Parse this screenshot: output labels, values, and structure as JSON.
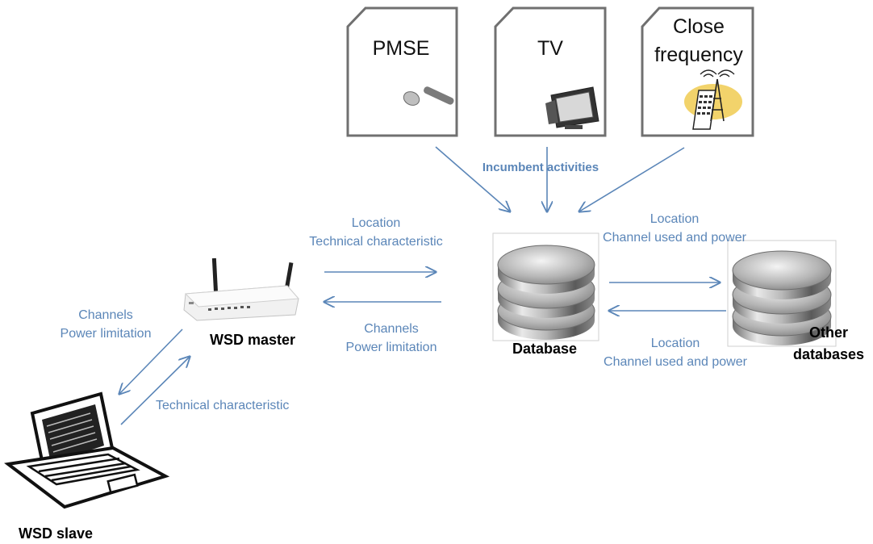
{
  "sources": {
    "pmse": "PMSE",
    "tv": "TV",
    "close_frequency_line1": "Close",
    "close_frequency_line2": "frequency"
  },
  "incumbent_activities": "Incumbent activities",
  "nodes": {
    "wsd_master": "WSD master",
    "wsd_slave": "WSD slave",
    "database": "Database",
    "other_databases_line1": "Other",
    "other_databases_line2": "databases"
  },
  "master_to_db": {
    "line1": "Location",
    "line2": "Technical characteristic"
  },
  "db_to_master": {
    "line1": "Channels",
    "line2": "Power limitation"
  },
  "master_to_slave": {
    "line1": "Channels",
    "line2": "Power limitation"
  },
  "slave_to_master": {
    "line1": "Technical characteristic"
  },
  "db_to_other": {
    "line1": "Location",
    "line2": "Channel used and power"
  },
  "other_to_db": {
    "line1": "Location",
    "line2": "Channel used and power"
  },
  "colors": {
    "arrow": "#5b86b8",
    "label": "#5b86b8",
    "doc_border": "#707070"
  }
}
